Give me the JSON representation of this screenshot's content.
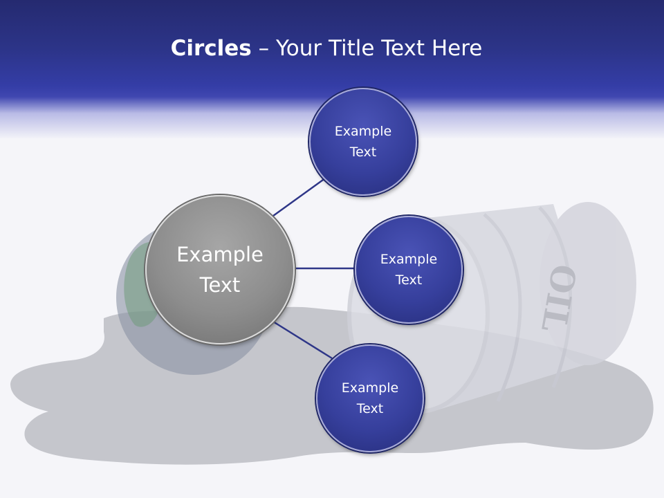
{
  "slide": {
    "title_bold": "Circles",
    "title_rest": " – Your Title Text Here"
  },
  "diagram": {
    "center": {
      "line1": "Example",
      "line2": "Text"
    },
    "nodes": [
      {
        "line1": "Example",
        "line2": "Text"
      },
      {
        "line1": "Example",
        "line2": "Text"
      },
      {
        "line1": "Example",
        "line2": "Text"
      }
    ]
  },
  "colors": {
    "header": "#2c3488",
    "node_fill": "#363f9c",
    "center_fill": "#8d8d8d",
    "connector": "#2e3688"
  }
}
